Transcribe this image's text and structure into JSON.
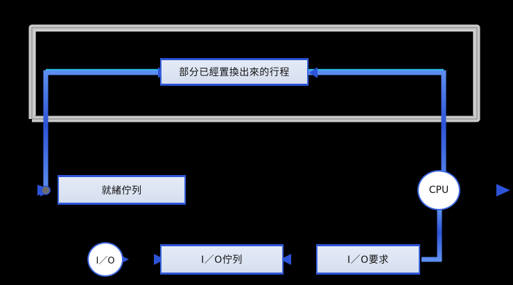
{
  "diagram": {
    "title": "Process scheduling queueing diagram",
    "background_color": "#000000",
    "colors": {
      "node_fill": "#dde4f2",
      "node_border": "#3a63dd",
      "flow_line": "#3a6fe0",
      "flow_line_highlight": "#24c8f0",
      "outer_path": "#b8b8b8",
      "text": "#111111"
    },
    "nodes": [
      {
        "id": "swapped-processes",
        "shape": "rectangle",
        "label": "部分已經置換出來的行程"
      },
      {
        "id": "ready-queue",
        "shape": "rectangle",
        "label": "就緒佇列"
      },
      {
        "id": "io-queue",
        "shape": "rectangle",
        "label": "I／O佇列"
      },
      {
        "id": "io-request",
        "shape": "rectangle",
        "label": "I／O要求"
      },
      {
        "id": "cpu",
        "shape": "circle",
        "label": "CPU"
      },
      {
        "id": "io",
        "shape": "circle",
        "label": "I／O"
      }
    ],
    "edges": [
      {
        "id": "entry-to-ready-queue",
        "from": "entry",
        "to": "ready-queue",
        "arrow": true
      },
      {
        "id": "ready-queue-to-cpu",
        "from": "ready-queue",
        "to": "cpu",
        "arrow": false
      },
      {
        "id": "cpu-to-exit",
        "from": "cpu",
        "to": "exit",
        "arrow": true
      },
      {
        "id": "cpu-to-io-request",
        "from": "cpu",
        "to": "io-request",
        "arrow": true
      },
      {
        "id": "io-request-to-io-queue",
        "from": "io-request",
        "to": "io-queue",
        "arrow": true
      },
      {
        "id": "io-queue-to-io",
        "from": "io-queue",
        "to": "io",
        "arrow": true
      },
      {
        "id": "io-to-ready-queue",
        "from": "io",
        "to": "ready-queue",
        "arrow": true
      },
      {
        "id": "cpu-to-swapped-processes",
        "from": "cpu",
        "to": "swapped-processes",
        "arrow": true
      },
      {
        "id": "swapped-processes-to-ready-queue",
        "from": "swapped-processes",
        "to": "ready-queue",
        "arrow": true
      },
      {
        "id": "outer-gray-loop",
        "from": "cpu",
        "to": "ready-queue",
        "arrow": false
      }
    ]
  }
}
